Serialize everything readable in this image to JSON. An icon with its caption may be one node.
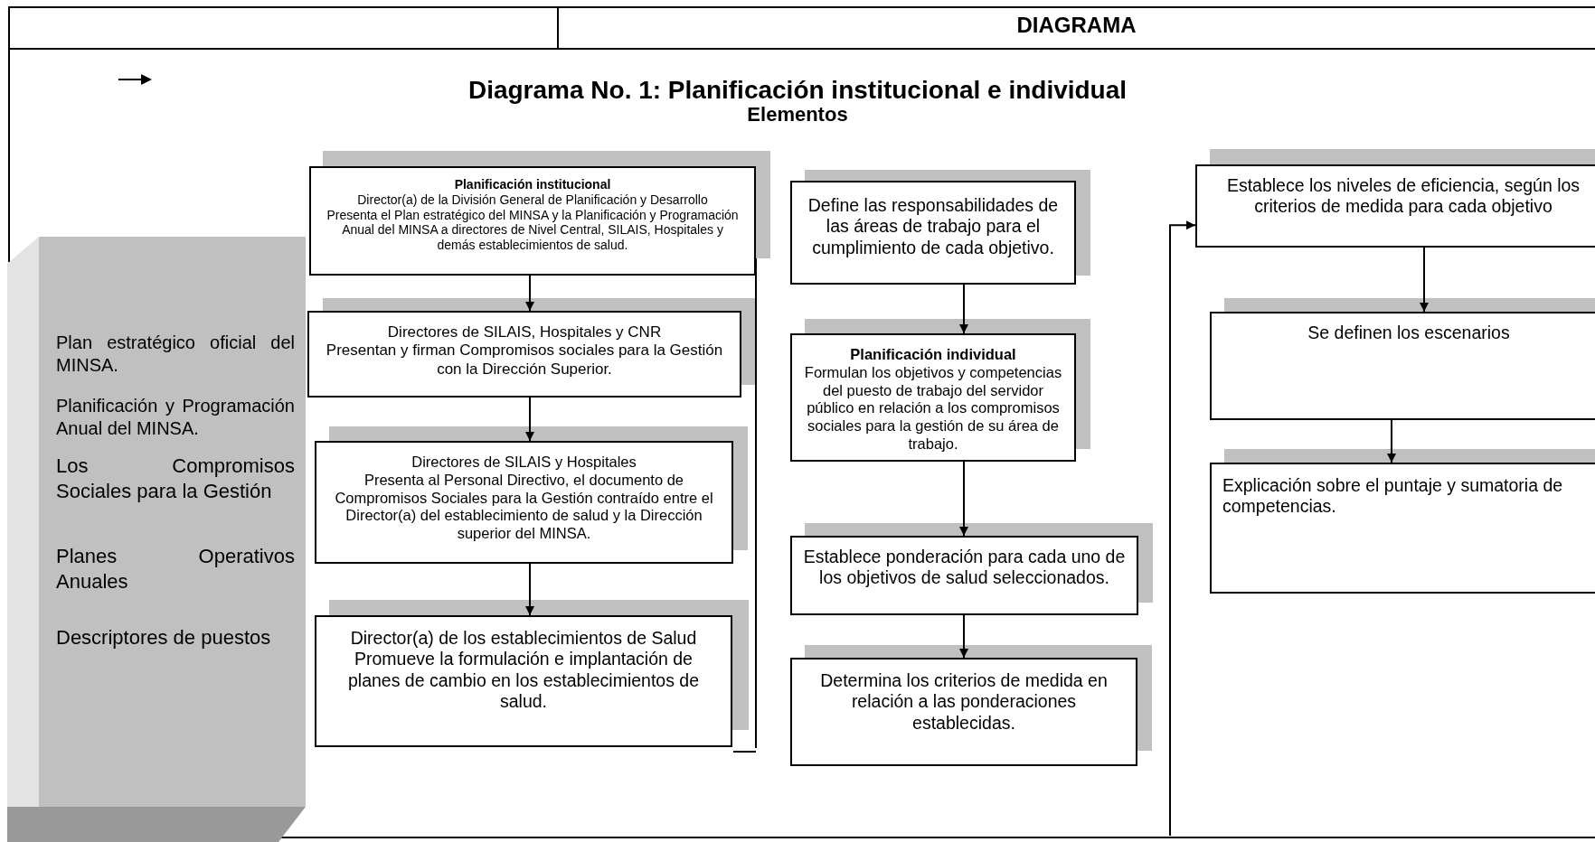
{
  "diagram": {
    "title": "Diagrama No. 1: Planificación institucional e individual",
    "nodes": [
      {
        "text": [
          "Plan estratégico oficial del MINSA.",
          "Planificación y Programación Anual del MINSA.",
          "Los Compromisos Sociales para la Gestión",
          "Planes Operativos Anuales",
          "Descriptores de puestos"
        ]
      },
      {
        "text": [
          "Planificación institucional",
          "Director(a) de la División General de Planificación y Desarrollo",
          "Presenta el Plan estratégico del MINSA y la Planificación y Programación Anual del MINSA a directores de Nivel Central, SILAIS, Hospitales y demás establecimientos de salud."
        ]
      },
      {
        "text": [
          "Directores de SILAIS, Hospitales y CNR",
          "Presentan y firman Compromisos sociales para la Gestión con la Dirección Superior."
        ]
      },
      {
        "text": [
          "Directores de SILAIS y Hospitales",
          "Presenta al Personal Directivo, el documento de Compromisos Sociales para la Gestión contraído entre el Director(a) del establecimiento de salud y la Dirección superior del MINSA."
        ]
      },
      {
        "text": [
          "Director(a) de los establecimientos de Salud",
          "Promueve la formulación e implantación de planes de cambio en los establecimientos de salud."
        ]
      },
      {
        "text": [
          "Define las responsabilidades de las áreas de trabajo para el cumplimiento de cada objetivo."
        ]
      },
      {
        "text": [
          "Planificación individual",
          "Formulan los objetivos y competencias del puesto de trabajo del servidor público en relación a los compromisos sociales para la gestión de su área de trabajo."
        ]
      },
      {
        "text": [
          "Establece ponderación para cada uno de los objetivos de salud seleccionados."
        ]
      },
      {
        "text": [
          "Determina los criterios de medida en relación a las ponderaciones establecidas."
        ]
      },
      {
        "text": [
          "Establece los niveles de eficiencia, según los criterios de medida para cada objetivo"
        ]
      },
      {
        "text": [
          "Se definen los escenarios"
        ]
      },
      {
        "text": [
          "Explicación sobre el puntaje  y sumatoria de competencias."
        ]
      }
    ],
    "edges": [
      {
        "from": 1,
        "to": 2,
        "arrow": "to"
      },
      {
        "from": 2,
        "to": 3,
        "arrow": "to"
      },
      {
        "from": 3,
        "to": 4,
        "arrow": "to"
      },
      {
        "from": 5,
        "to": 6,
        "arrow": "to"
      },
      {
        "from": 6,
        "to": 7,
        "arrow": "to"
      },
      {
        "from": 7,
        "to": 8,
        "arrow": "to"
      },
      {
        "from": null,
        "to": 9,
        "arrow": "to"
      },
      {
        "from": 9,
        "to": 10,
        "arrow": "to"
      },
      {
        "from": 10,
        "to": 11,
        "arrow": "to"
      }
    ],
    "labels": [
      "DIAGRAMA",
      "Elementos"
    ]
  }
}
